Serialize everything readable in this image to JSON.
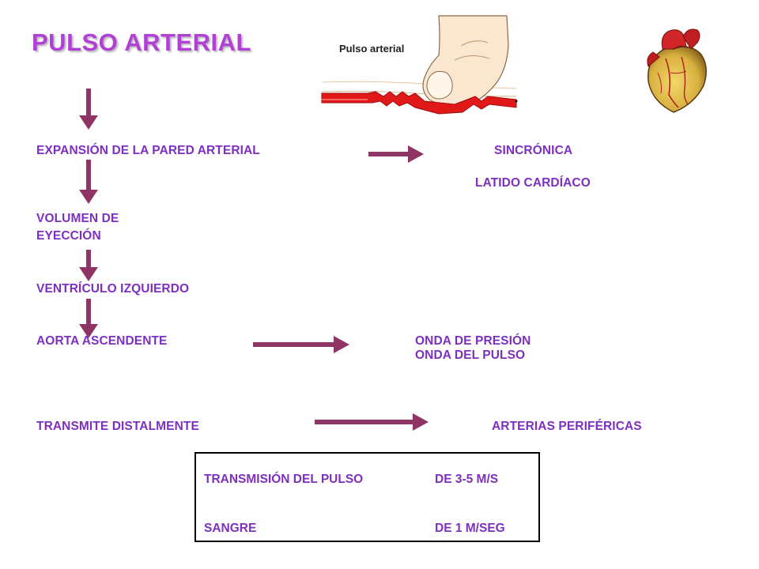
{
  "title": "PULSO ARTERIAL",
  "illustration_caption": "Pulso arterial",
  "colors": {
    "title": "#b23fd6",
    "text": "#7d2fbf",
    "arrow": "#8e3566",
    "artery": "#e01818"
  },
  "labels": {
    "expansion": "EXPANSIÓN DE LA PARED ARTERIAL",
    "sincronica": "SINCRÓNICA",
    "latido": "LATIDO CARDÍACO",
    "volumen_line1": "VOLUMEN DE",
    "volumen_line2": "EYECCIÓN",
    "ventriculo": "VENTRÍCULO IZQUIERDO",
    "aorta": "AORTA ASCENDENTE",
    "onda_presion": "ONDA DE PRESIÓN",
    "onda_pulso": "ONDA DEL PULSO",
    "transmite": "TRANSMITE DISTALMENTE",
    "arterias": "ARTERIAS PERIFÉRICAS"
  },
  "box": {
    "row1_label": "TRANSMISIÓN DEL PULSO",
    "row1_value": "DE 3-5 M/S",
    "row2_label": "SANGRE",
    "row2_value": "DE 1 M/SEG"
  },
  "icons": {
    "finger_illustration": "finger-pressing-artery-icon",
    "heart": "heart-icon"
  }
}
